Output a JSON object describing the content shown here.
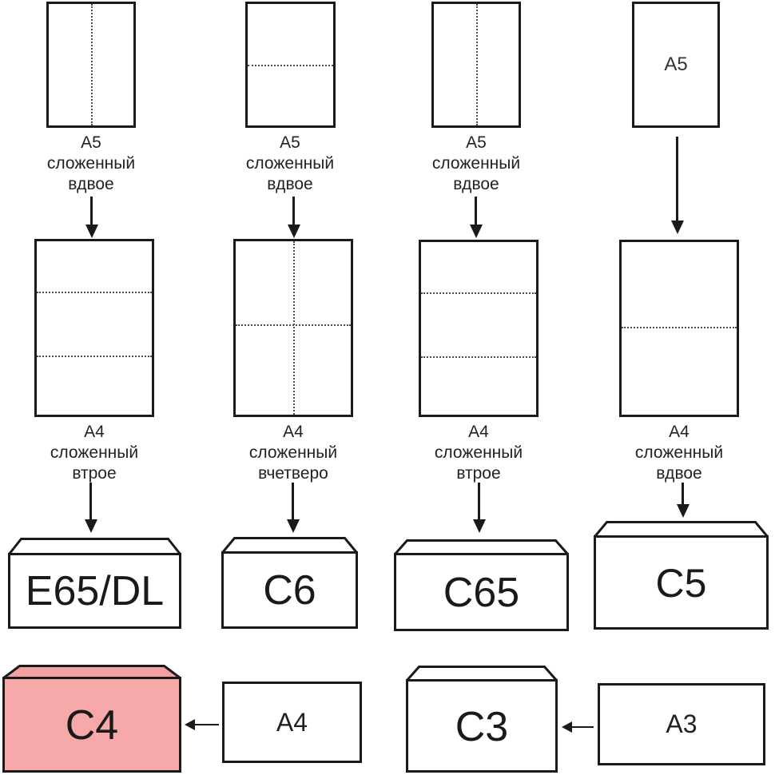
{
  "colors": {
    "line": "#1a1a1a",
    "dashed_fold": "#4d4d4d",
    "c4_flap": "#f4a0a0",
    "c4_body": "#f7a8a8",
    "envelope_fill": "#ffffff"
  },
  "row1": {
    "col1_caption": {
      "line1": "А5",
      "line2": "сложенный",
      "line3": "вдвое"
    },
    "col2_caption": {
      "line1": "А5",
      "line2": "сложенный",
      "line3": "вдвое"
    },
    "col3_caption": {
      "line1": "А5",
      "line2": "сложенный",
      "line3": "вдвое"
    },
    "col4_sheet_label": "А5"
  },
  "row2": {
    "col1_caption": {
      "line1": "А4",
      "line2": "сложенный",
      "line3": "втрое"
    },
    "col2_caption": {
      "line1": "А4",
      "line2": "сложенный",
      "line3": "вчетверо"
    },
    "col3_caption": {
      "line1": "А4",
      "line2": "сложенный",
      "line3": "втрое"
    },
    "col4_caption": {
      "line1": "А4",
      "line2": "сложенный",
      "line3": "вдвое"
    }
  },
  "envelopes": {
    "e65dl": "E65/DL",
    "c6": "C6",
    "c65": "C65",
    "c5": "C5",
    "c4": "C4",
    "c3": "C3"
  },
  "flat_sheets": {
    "a4": "А4",
    "a3": "А3"
  }
}
